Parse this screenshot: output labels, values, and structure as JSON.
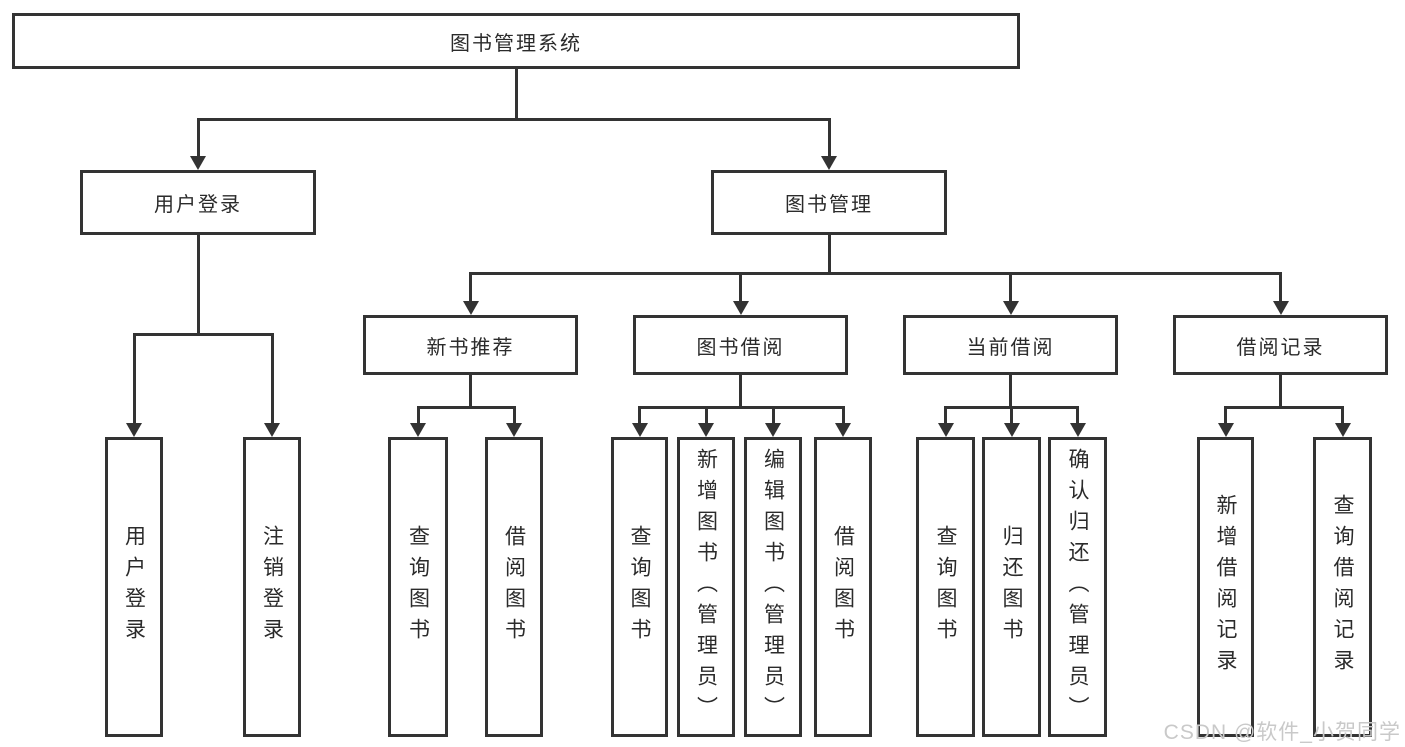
{
  "diagram": {
    "root": {
      "label": "图书管理系统"
    },
    "branches": [
      {
        "label": "用户登录",
        "children": [
          {
            "label": "用户登录"
          },
          {
            "label": "注销登录"
          }
        ]
      },
      {
        "label": "图书管理",
        "children": [
          {
            "label": "新书推荐",
            "children": [
              {
                "label": "查询图书"
              },
              {
                "label": "借阅图书"
              }
            ]
          },
          {
            "label": "图书借阅",
            "children": [
              {
                "label": "查询图书"
              },
              {
                "label": "新增图书（管理员）"
              },
              {
                "label": "编辑图书（管理员）"
              },
              {
                "label": "借阅图书"
              }
            ]
          },
          {
            "label": "当前借阅",
            "children": [
              {
                "label": "查询图书"
              },
              {
                "label": "归还图书"
              },
              {
                "label": "确认归还（管理员）"
              }
            ]
          },
          {
            "label": "借阅记录",
            "children": [
              {
                "label": "新增借阅记录"
              },
              {
                "label": "查询借阅记录"
              }
            ]
          }
        ]
      }
    ]
  },
  "watermark": {
    "text": "CSDN @软件_小贺同学"
  },
  "colors": {
    "line": "#333333",
    "box_background": "#ffffff",
    "text": "#2b2b2b",
    "watermark": "#c9c9c9"
  }
}
